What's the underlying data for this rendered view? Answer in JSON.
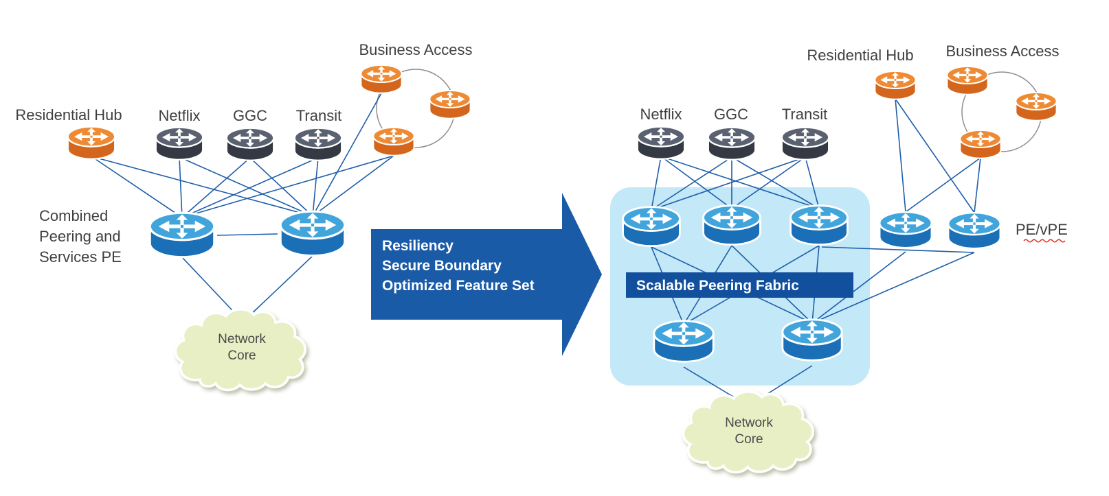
{
  "left_topology": {
    "residential_hub_label": "Residential Hub",
    "netflix_label": "Netflix",
    "ggc_label": "GGC",
    "transit_label": "Transit",
    "business_access_label": "Business Access",
    "pe_label_line1": "Combined",
    "pe_label_line2": "Peering and",
    "pe_label_line3": "Services PE",
    "core_cloud_line1": "Network",
    "core_cloud_line2": "Core"
  },
  "transition_arrow": {
    "line1": "Resiliency",
    "line2": "Secure Boundary",
    "line3": "Optimized Feature Set"
  },
  "right_topology": {
    "netflix_label": "Netflix",
    "ggc_label": "GGC",
    "transit_label": "Transit",
    "residential_hub_label": "Residential Hub",
    "business_access_label": "Business Access",
    "fabric_banner_label": "Scalable Peering Fabric",
    "pe_vpe_label": "PE/vPE",
    "core_cloud_line1": "Network",
    "core_cloud_line2": "Core"
  },
  "colors": {
    "connection_line": "#1E5EA9",
    "transition_arrow_fill": "#1A5BA8",
    "fabric_banner_fill": "#12509E",
    "fabric_background": "#C3E8F8",
    "router_blue_body": "#1A6FB6",
    "router_blue_top": "#41A5DC",
    "router_dark_body": "#343943",
    "router_dark_top": "#5A6170",
    "router_orange_body": "#D4651C",
    "router_orange_top": "#EE8A33",
    "cloud_fill": "#E9EFC5",
    "label_text": "#3F3F3F"
  }
}
